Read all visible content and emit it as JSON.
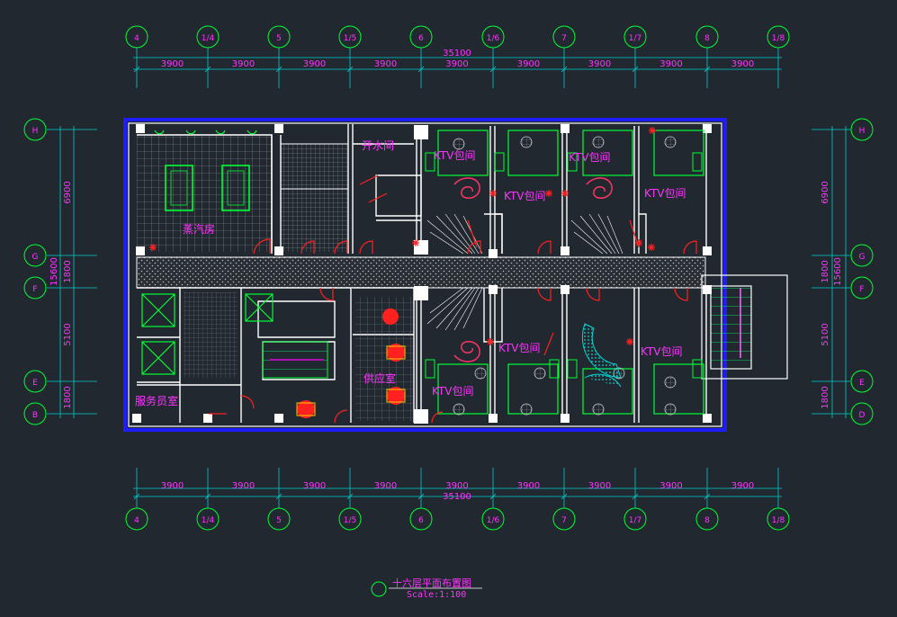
{
  "drawing": {
    "title": "十六层平面布置图",
    "scale": "Scale:1:100"
  },
  "axes_columns": [
    "4",
    "1/4",
    "5",
    "1/5",
    "6",
    "1/6",
    "7",
    "1/7",
    "8",
    "1/8"
  ],
  "axes_rows_left": [
    "H",
    "G",
    "F",
    "E",
    "B"
  ],
  "axes_rows_right": [
    "H",
    "G",
    "F",
    "E",
    "D"
  ],
  "dims": {
    "total_width": "35100",
    "bay": "3900",
    "total_depth": "15600",
    "row_segments": [
      "6900",
      "1800",
      "5100",
      "1800"
    ]
  },
  "rooms": {
    "sauna": "蒸汽房",
    "water": "开水间",
    "ktv": "KTV包间",
    "attendant": "服务员室",
    "linen": "供应室"
  },
  "colors": {
    "background": "#212830",
    "wall": "#FFFFFF",
    "grid": "#00FFFF",
    "axis_bubble": "#00FF00",
    "text": "#FF00FF",
    "outline": "#0000FF",
    "door": "#FF0000"
  }
}
